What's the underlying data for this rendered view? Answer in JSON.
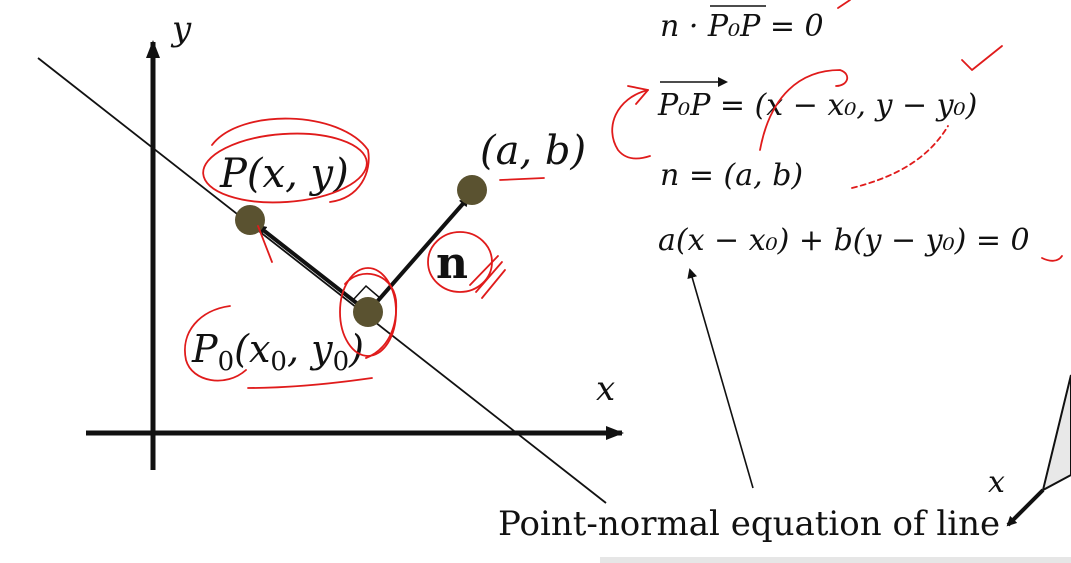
{
  "axes": {
    "y_label": "y",
    "x_label": "x",
    "x_label_right": "x"
  },
  "points": {
    "p_label": "P(x, y)",
    "p0_label_main": "P",
    "p0_label_sub": "0",
    "p0_label_rest": "(x",
    "p0_label_sub2": "0",
    "p0_label_rest2": ", y",
    "p0_label_sub3": "0",
    "p0_label_end": ")",
    "ab_label": "(a, b)",
    "n_label": "n"
  },
  "equations": {
    "eq1": "n · P₀P = 0",
    "eq2": "P₀P = (x − x₀, y − y₀)",
    "eq3": "n = (a, b)",
    "eq4": "a(x − x₀) + b(y − y₀) = 0"
  },
  "caption": "Point-normal equation of line",
  "colors": {
    "point_fill": "#5a5230",
    "annotation_red": "#e01b1b",
    "ink": "#111111"
  }
}
